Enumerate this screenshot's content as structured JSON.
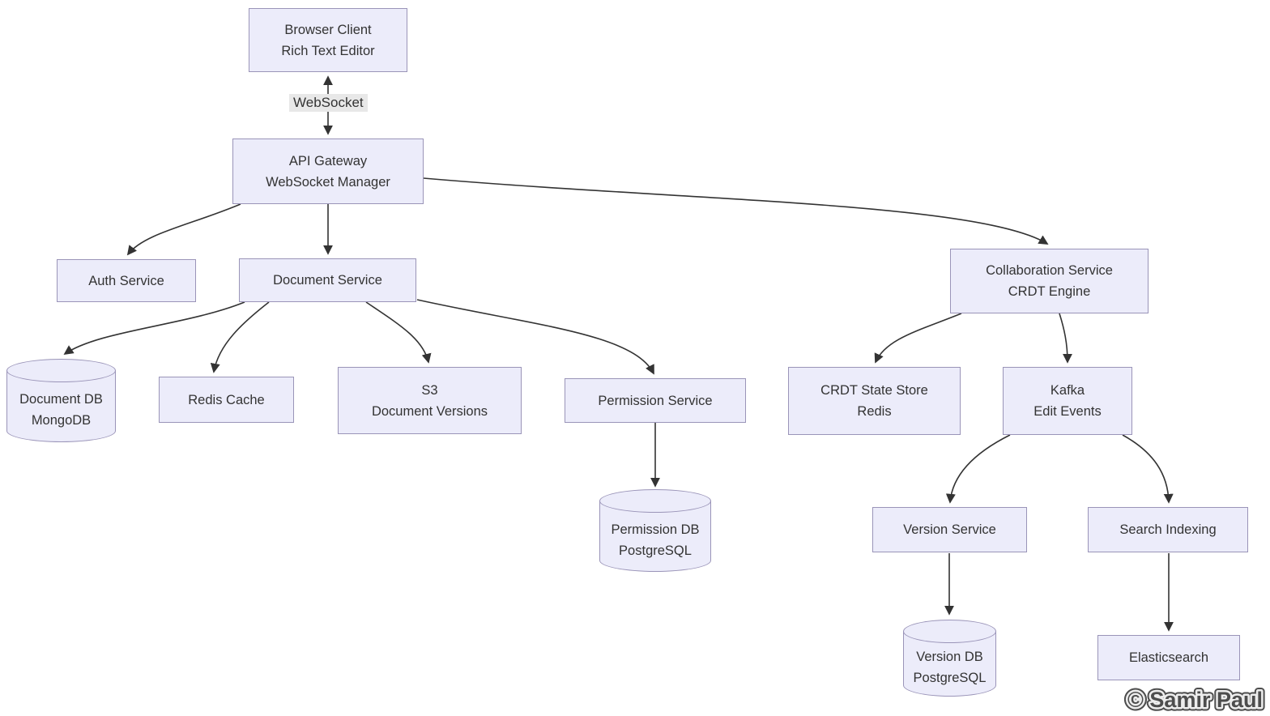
{
  "diagram": {
    "type": "architecture-flowchart",
    "nodes": {
      "browser_client": {
        "line1": "Browser Client",
        "line2": "Rich Text Editor"
      },
      "api_gateway": {
        "line1": "API Gateway",
        "line2": "WebSocket Manager"
      },
      "auth_service": {
        "line1": "Auth Service"
      },
      "document_service": {
        "line1": "Document Service"
      },
      "collaboration_service": {
        "line1": "Collaboration Service",
        "line2": "CRDT Engine"
      },
      "document_db": {
        "line1": "Document DB",
        "line2": "MongoDB"
      },
      "redis_cache": {
        "line1": "Redis Cache"
      },
      "s3": {
        "line1": "S3",
        "line2": "Document Versions"
      },
      "permission_service": {
        "line1": "Permission Service"
      },
      "crdt_state_store": {
        "line1": "CRDT State Store",
        "line2": "Redis"
      },
      "kafka": {
        "line1": "Kafka",
        "line2": "Edit Events"
      },
      "permission_db": {
        "line1": "Permission DB",
        "line2": "PostgreSQL"
      },
      "version_service": {
        "line1": "Version Service"
      },
      "search_indexing": {
        "line1": "Search Indexing"
      },
      "version_db": {
        "line1": "Version DB",
        "line2": "PostgreSQL"
      },
      "elasticsearch": {
        "line1": "Elasticsearch"
      }
    },
    "edge_labels": {
      "websocket": "WebSocket"
    },
    "edges": [
      {
        "from": "browser_client",
        "to": "api_gateway",
        "bidirectional": true,
        "label": "WebSocket"
      },
      {
        "from": "api_gateway",
        "to": "auth_service"
      },
      {
        "from": "api_gateway",
        "to": "document_service"
      },
      {
        "from": "api_gateway",
        "to": "collaboration_service"
      },
      {
        "from": "document_service",
        "to": "document_db"
      },
      {
        "from": "document_service",
        "to": "redis_cache"
      },
      {
        "from": "document_service",
        "to": "s3"
      },
      {
        "from": "document_service",
        "to": "permission_service"
      },
      {
        "from": "permission_service",
        "to": "permission_db"
      },
      {
        "from": "collaboration_service",
        "to": "crdt_state_store"
      },
      {
        "from": "collaboration_service",
        "to": "kafka"
      },
      {
        "from": "kafka",
        "to": "version_service"
      },
      {
        "from": "kafka",
        "to": "search_indexing"
      },
      {
        "from": "version_service",
        "to": "version_db"
      },
      {
        "from": "search_indexing",
        "to": "elasticsearch"
      }
    ],
    "watermark": "© Samir Paul",
    "colors": {
      "node_fill": "#ECECFA",
      "node_border": "#9A94B8",
      "edge": "#333333",
      "edge_label_bg": "#E8E8E8",
      "text": "#333333",
      "watermark_fill": "#4D4D4D",
      "watermark_halo": "#EDEDED"
    }
  }
}
